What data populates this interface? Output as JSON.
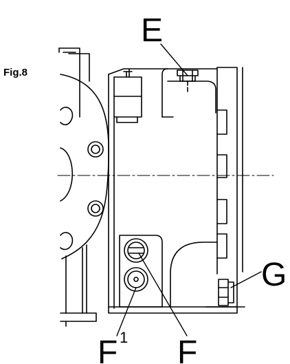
{
  "figure": {
    "label": "Fig.8"
  },
  "callouts": {
    "e": "E",
    "g": "G",
    "f": "F",
    "f1_base": "F",
    "f1_superscript": "1"
  },
  "colors": {
    "line": "#000000",
    "background": "#ffffff"
  }
}
